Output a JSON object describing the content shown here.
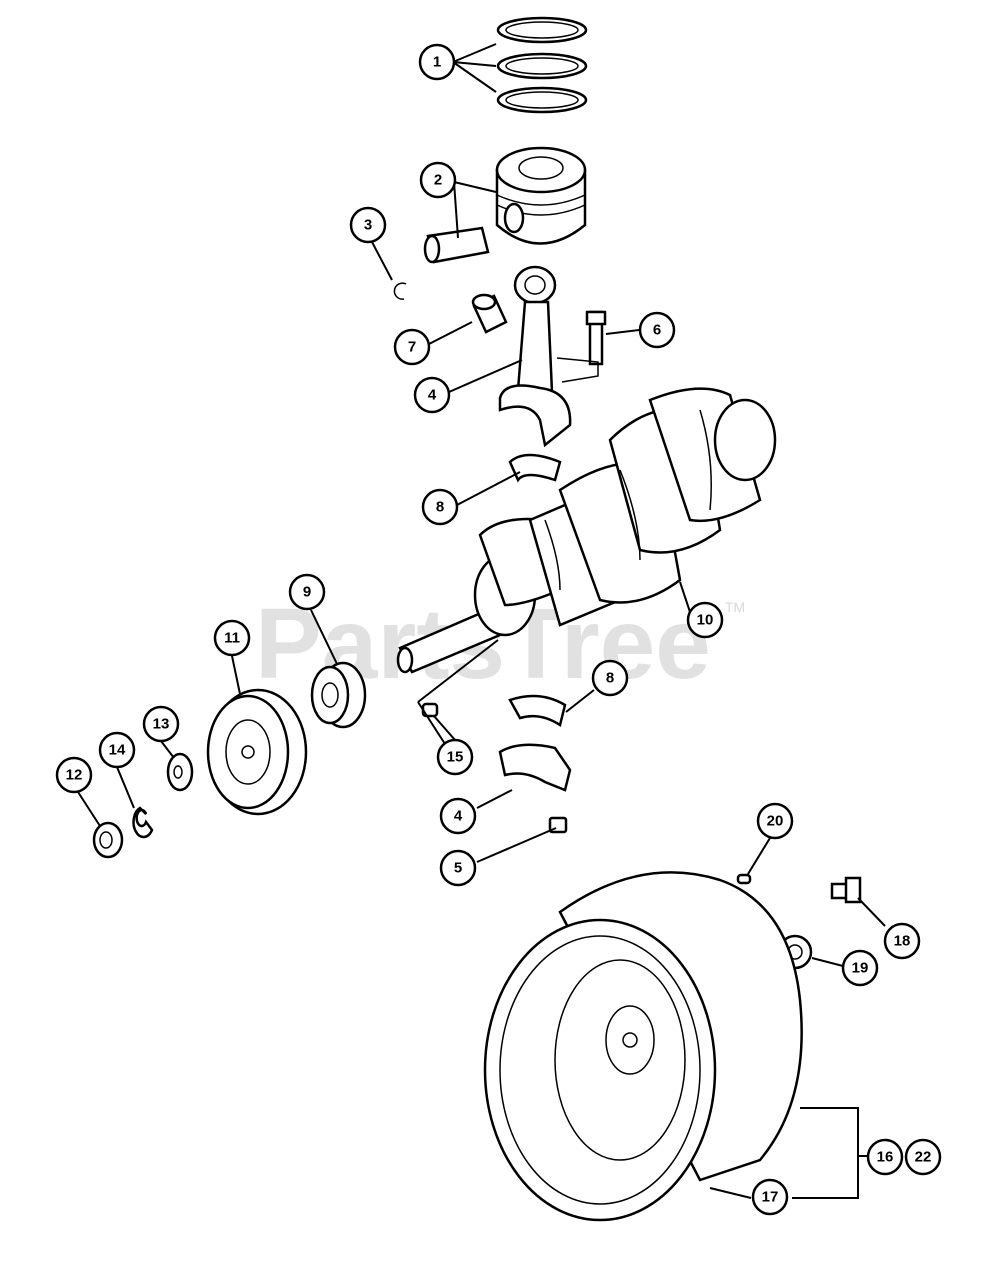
{
  "watermark": {
    "text": "PartsTree",
    "trademark": "TM"
  },
  "callouts": [
    {
      "id": "c1",
      "label": "1"
    },
    {
      "id": "c2",
      "label": "2"
    },
    {
      "id": "c3",
      "label": "3"
    },
    {
      "id": "c6",
      "label": "6"
    },
    {
      "id": "c7",
      "label": "7"
    },
    {
      "id": "c4a",
      "label": "4"
    },
    {
      "id": "c8a",
      "label": "8"
    },
    {
      "id": "c10",
      "label": "10"
    },
    {
      "id": "c9",
      "label": "9"
    },
    {
      "id": "c11",
      "label": "11"
    },
    {
      "id": "c13",
      "label": "13"
    },
    {
      "id": "c14",
      "label": "14"
    },
    {
      "id": "c12",
      "label": "12"
    },
    {
      "id": "c8b",
      "label": "8"
    },
    {
      "id": "c15",
      "label": "15"
    },
    {
      "id": "c4b",
      "label": "4"
    },
    {
      "id": "c5",
      "label": "5"
    },
    {
      "id": "c20",
      "label": "20"
    },
    {
      "id": "c18",
      "label": "18"
    },
    {
      "id": "c19",
      "label": "19"
    },
    {
      "id": "c16",
      "label": "16"
    },
    {
      "id": "c22",
      "label": "22"
    },
    {
      "id": "c17",
      "label": "17"
    }
  ]
}
